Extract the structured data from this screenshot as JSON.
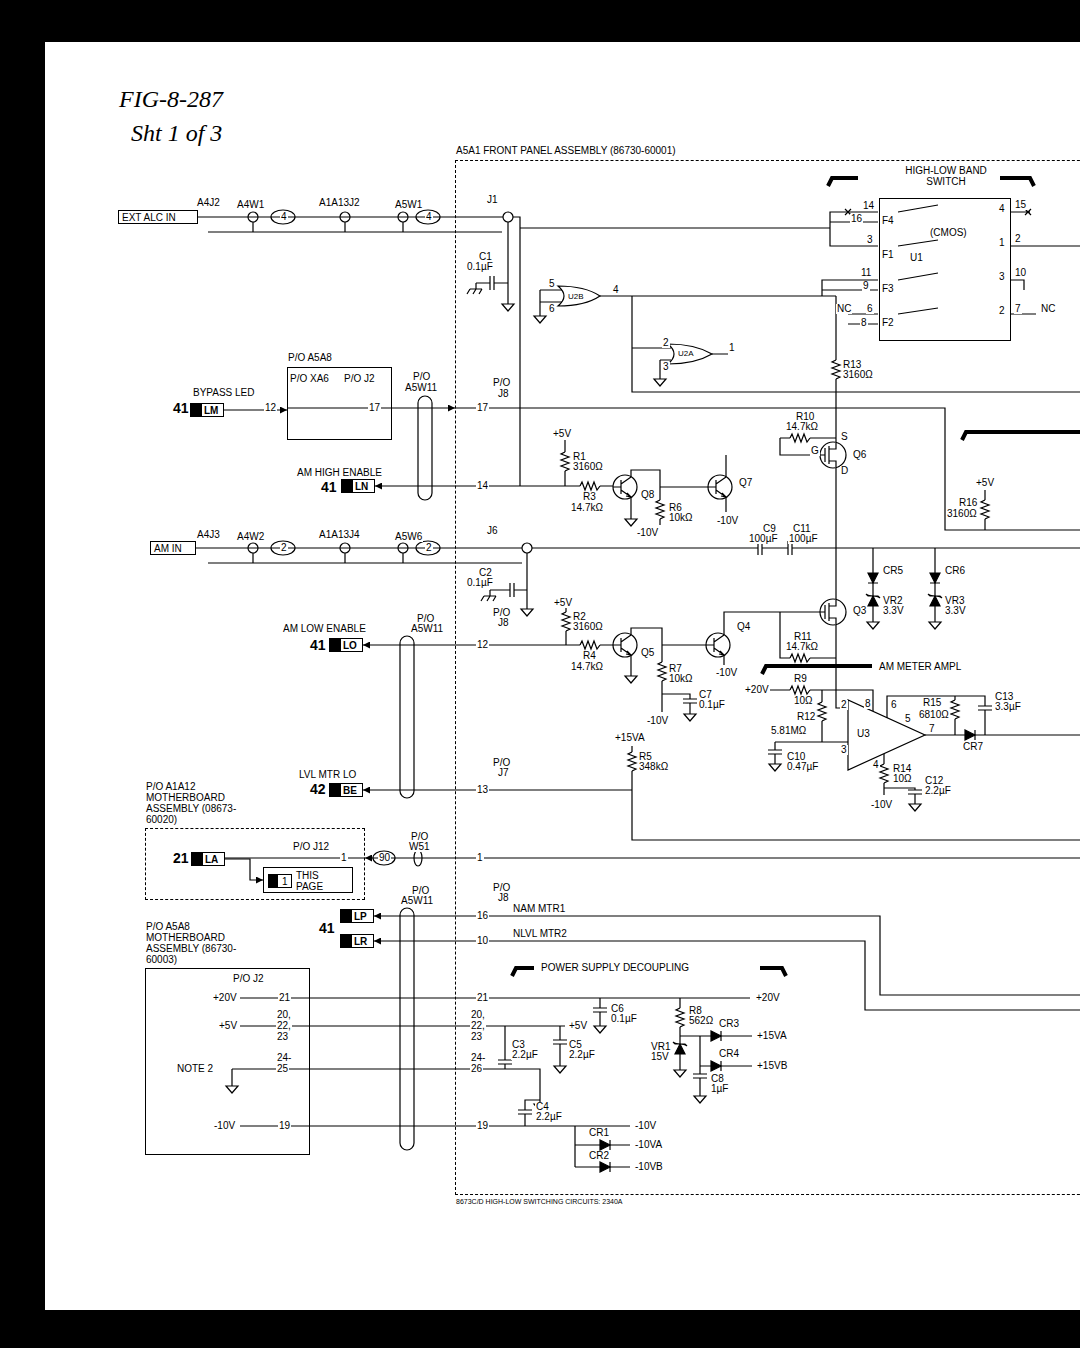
{
  "diagram": {
    "nodes": [
      {
        "text": [
          "A5A1 FRONT PANEL ASSEMBLY (86730-60001)"
        ]
      },
      {
        "text": [
          "HIGH-LOW BAND SWITCH",
          "(CMOS)",
          "U1"
        ],
        "in": 0
      },
      {
        "text": [
          "EXT ALC IN"
        ]
      },
      {
        "text": [
          "AM IN"
        ]
      },
      {
        "text": [
          "P/O A5A8",
          "P/O XA6",
          "P/O J2"
        ]
      },
      {
        "text": [
          "LM"
        ]
      },
      {
        "text": [
          "LN"
        ]
      },
      {
        "text": [
          "LO"
        ]
      },
      {
        "text": [
          "BE"
        ]
      },
      {
        "text": [
          "P/O A1A12 MOTHERBOARD ASSEMBLY (08673-60020)"
        ]
      },
      {
        "text": [
          "LA"
        ],
        "in": 9
      },
      {
        "text": [
          "1",
          "THIS PAGE"
        ],
        "in": 9
      },
      {
        "text": [
          "LP"
        ]
      },
      {
        "text": [
          "LR"
        ]
      },
      {
        "text": [
          "P/O A5A8 MOTHERBOARD ASSEMBLY (86730-60003)"
        ]
      }
    ],
    "edges": [
      {
        "from": 5,
        "to": 4,
        "arrow": "to"
      },
      {
        "from": 4,
        "to": 0,
        "arrow": "to"
      },
      {
        "from": 2,
        "to": 0,
        "arrow": "none"
      },
      {
        "from": 0,
        "to": 6,
        "arrow": "to"
      },
      {
        "from": 3,
        "to": 0,
        "arrow": "none"
      },
      {
        "from": 0,
        "to": 7,
        "arrow": "to"
      },
      {
        "from": 0,
        "to": 8,
        "arrow": "to"
      },
      {
        "from": 10,
        "to": 11,
        "arrow": "to"
      },
      {
        "from": 0,
        "to": 9,
        "arrow": "to"
      },
      {
        "from": 0,
        "to": 12,
        "arrow": "to"
      },
      {
        "from": 0,
        "to": 13,
        "arrow": "to"
      },
      {
        "from": 14,
        "to": 0,
        "arrow": "none"
      }
    ],
    "labels": [
      "FIG-8-287",
      "Sht 1 of 3",
      "A4J2",
      "A4W1",
      "4",
      "A1A13J2",
      "A5W1",
      "4",
      "J1",
      "C1",
      "0.1µF",
      "5",
      "6",
      "U2B",
      "4",
      "2",
      "3",
      "U2A",
      "1",
      "R13",
      "3160Ω",
      "BYPASS LED",
      "41",
      "12",
      "17",
      "P/O",
      "A5W11",
      "P/O",
      "J8",
      "17",
      "+5V",
      "R1",
      "3160Ω",
      "R3",
      "14.7kΩ",
      "Q8",
      "R6",
      "10kΩ",
      "-10V",
      "Q7",
      "-10V",
      "R10",
      "14.7kΩ",
      "S",
      "G",
      "D",
      "Q6",
      "AM HIGH ENABLE",
      "41",
      "14",
      "A4J3",
      "A4W2",
      "2",
      "A1A13J4",
      "A5W6",
      "2",
      "J6",
      "C2",
      "0.1µF",
      "+5V",
      "R2",
      "3160Ω",
      "Q5",
      "R4",
      "14.7kΩ",
      "Q4",
      "R7",
      "10kΩ",
      "-10V",
      "C7",
      "0.1µF",
      "-10V",
      "C9",
      "100µF",
      "C11",
      "100µF",
      "CR5",
      "CR6",
      "VR2",
      "3.3V",
      "VR3",
      "3.3V",
      "Q3",
      "+5V",
      "R16",
      "3160Ω",
      "R11",
      "14.7kΩ",
      "AM METER AMPL",
      "+20V",
      "R9",
      "10Ω",
      "R12",
      "5.81MΩ",
      "C10",
      "0.47µF",
      "U3",
      "2",
      "3",
      "8",
      "6",
      "5",
      "4",
      "7",
      "R14",
      "10Ω",
      "C12",
      "2.2µF",
      "-10V",
      "R15",
      "6810Ω",
      "C13",
      "3.3µF",
      "CR7",
      "+15VA",
      "R5",
      "348kΩ",
      "LVL MTR LO",
      "42",
      "P/O",
      "J7",
      "13",
      "21",
      "P/O J12",
      "1",
      "90",
      "P/O",
      "W51",
      "1",
      "41",
      "P/O",
      "A5W11",
      "P/O",
      "J8",
      "16",
      "10",
      "NAM MTR1",
      "NLVL MTR2",
      "POWER SUPPLY DECOUPLING",
      "P/O J2",
      "+20V",
      "21",
      "+5V",
      "20,",
      "22,",
      "23",
      "24-",
      "25",
      "NOTE 2",
      "-10V",
      "19",
      "21",
      "+20V",
      "20,",
      "22,",
      "23",
      "+5V",
      "C5",
      "2.2µF",
      "24-",
      "26",
      "C3",
      "2.2µF",
      "19",
      "C4",
      "2.2µF",
      "CR1",
      "-10V",
      "-10VA",
      "CR2",
      "-10VB",
      "C6",
      "0.1µF",
      "R8",
      "562Ω",
      "CR3",
      "+15VA",
      "CR4",
      "+15VB",
      "VR1",
      "15V",
      "C8",
      "1µF",
      "8673C/D HIGH-LOW SWITCHING CIRCUITS: 2340A",
      "14",
      "16",
      "3",
      "11",
      "9",
      "NC",
      "6",
      "8",
      "F4",
      "F1",
      "F3",
      "F2",
      "4",
      "1",
      "3",
      "2",
      "15",
      "2",
      "10",
      "7",
      "NC",
      "AM LOW ENABLE",
      "41",
      "P/O",
      "A5W11",
      "P/O",
      "J8",
      "12"
    ]
  }
}
